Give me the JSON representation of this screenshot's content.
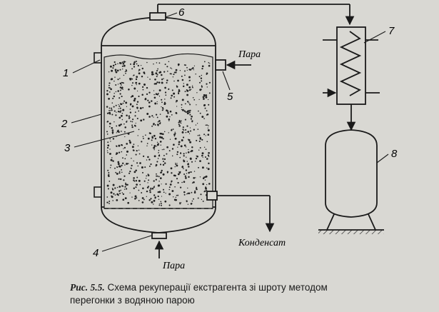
{
  "labels": {
    "n1": "1",
    "n2": "2",
    "n3": "3",
    "n4": "4",
    "n5": "5",
    "n6": "6",
    "n7": "7",
    "n8": "8"
  },
  "flows": {
    "steam_side": "Пара",
    "steam_bottom": "Пара",
    "condensate": "Конденсат"
  },
  "caption": {
    "figure": "Рис. 5.5.",
    "line1": "Схема рекуперації екстрагента зі шроту методом",
    "line2": "перегонки з водяною парою"
  }
}
